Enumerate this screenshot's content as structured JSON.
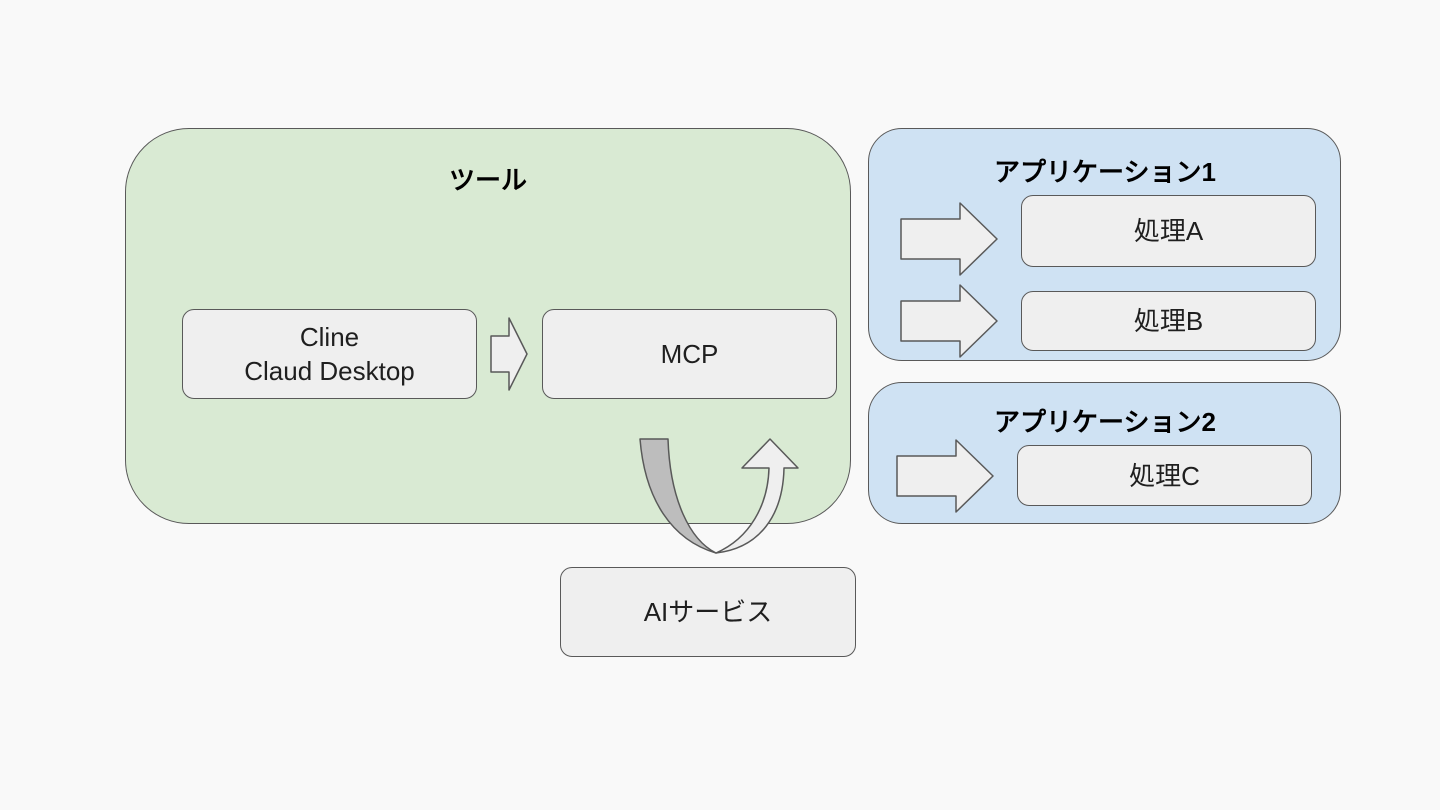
{
  "groups": {
    "tool": {
      "title": "ツール"
    },
    "app1": {
      "title": "アプリケーション1"
    },
    "app2": {
      "title": "アプリケーション2"
    }
  },
  "boxes": {
    "client": {
      "line1": "Cline",
      "line2": "Claud Desktop"
    },
    "mcp": {
      "label": "MCP"
    },
    "process_a": {
      "label": "処理A"
    },
    "process_b": {
      "label": "処理B"
    },
    "process_c": {
      "label": "処理C"
    },
    "ai_service": {
      "label": "AIサービス"
    }
  },
  "colors": {
    "background": "#f9f9f9",
    "tool_group_fill": "#d9ead3",
    "app_group_fill": "#cfe2f3",
    "box_fill": "#efefef",
    "outline": "#595959",
    "curved_arrow_down": "#bdbdbd",
    "curved_arrow_up": "#efefef"
  }
}
